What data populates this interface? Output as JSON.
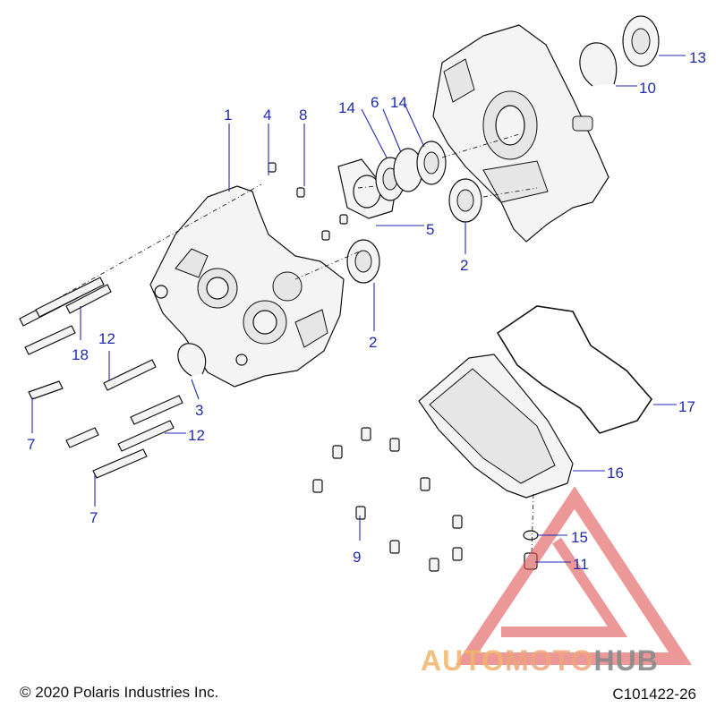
{
  "callouts": [
    {
      "id": "1",
      "label": "1"
    },
    {
      "id": "2a",
      "label": "2"
    },
    {
      "id": "2b",
      "label": "2"
    },
    {
      "id": "3",
      "label": "3"
    },
    {
      "id": "4",
      "label": "4"
    },
    {
      "id": "5",
      "label": "5"
    },
    {
      "id": "6",
      "label": "6"
    },
    {
      "id": "7a",
      "label": "7"
    },
    {
      "id": "7b",
      "label": "7"
    },
    {
      "id": "8",
      "label": "8"
    },
    {
      "id": "9",
      "label": "9"
    },
    {
      "id": "10",
      "label": "10"
    },
    {
      "id": "11",
      "label": "11"
    },
    {
      "id": "12a",
      "label": "12"
    },
    {
      "id": "12b",
      "label": "12"
    },
    {
      "id": "13",
      "label": "13"
    },
    {
      "id": "14a",
      "label": "14"
    },
    {
      "id": "14b",
      "label": "14"
    },
    {
      "id": "15",
      "label": "15"
    },
    {
      "id": "16",
      "label": "16"
    },
    {
      "id": "17",
      "label": "17"
    },
    {
      "id": "18",
      "label": "18"
    }
  ],
  "footer": {
    "copyright": "© 2020 Polaris Industries Inc.",
    "code": "C101422-26"
  },
  "watermark": {
    "word1": "AUTO",
    "word2": "MOTO",
    "word3": "HUB",
    "colors": {
      "triangle": "#e05555",
      "text": "#f2b46a",
      "hub": "#8a8a8a"
    }
  },
  "colors": {
    "callout": "#1f2bb0",
    "linework": "#111111"
  }
}
